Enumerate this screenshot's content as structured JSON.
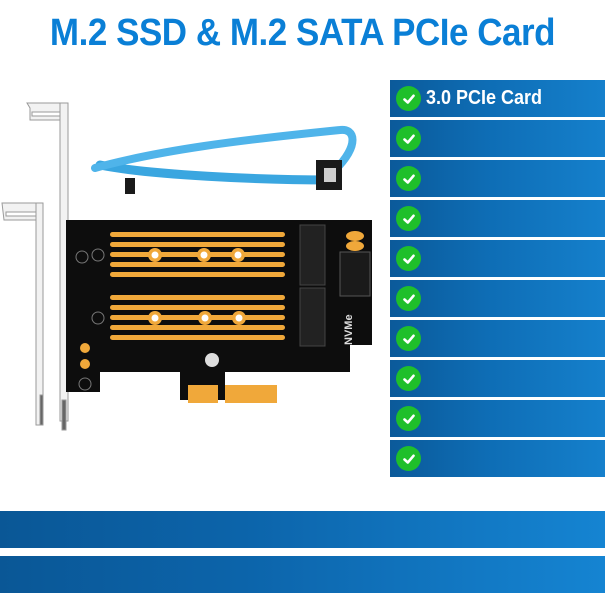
{
  "header": {
    "title": "M.2 SSD & M.2 SATA PCIe Card"
  },
  "product_image": {
    "alt": "M.2 NVMe & SATA PCIe adapter card with SATA cable and brackets",
    "board_marking": "NVMe"
  },
  "features": {
    "items": [
      {
        "icon": "check-circle-icon",
        "label": "3.0 PCIe Card"
      },
      {
        "icon": "check-circle-icon",
        "label": ""
      },
      {
        "icon": "check-circle-icon",
        "label": ""
      },
      {
        "icon": "check-circle-icon",
        "label": ""
      },
      {
        "icon": "check-circle-icon",
        "label": ""
      },
      {
        "icon": "check-circle-icon",
        "label": ""
      },
      {
        "icon": "check-circle-icon",
        "label": ""
      },
      {
        "icon": "check-circle-icon",
        "label": ""
      },
      {
        "icon": "check-circle-icon",
        "label": ""
      },
      {
        "icon": "check-circle-icon",
        "label": ""
      }
    ]
  },
  "bottom_bars": [
    {
      "label": ""
    },
    {
      "label": ""
    }
  ],
  "colors": {
    "title": "#0a7fd6",
    "bar_dark": "#0b5a9a",
    "bar_light": "#1580cc",
    "check": "#1fbf2a",
    "pcb": "#0d0d0d",
    "gold": "#f0a83a",
    "cable": "#3aa6e0"
  }
}
